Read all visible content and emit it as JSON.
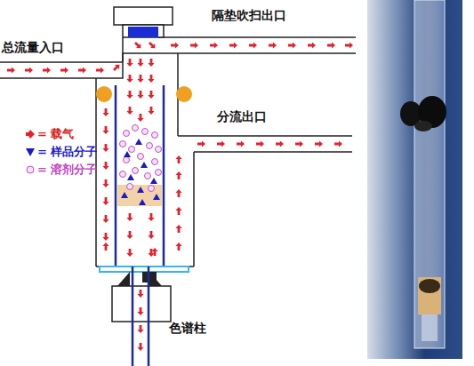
{
  "diagram": {
    "labels": [
      "总流量入口",
      "隔垫吹扫出口",
      "分流出口",
      "色谱柱"
    ],
    "legend": [
      {
        "text": "= 载气"
      },
      {
        "text": "= 样品分子"
      },
      {
        "text": "= 溶剂分子"
      }
    ]
  }
}
